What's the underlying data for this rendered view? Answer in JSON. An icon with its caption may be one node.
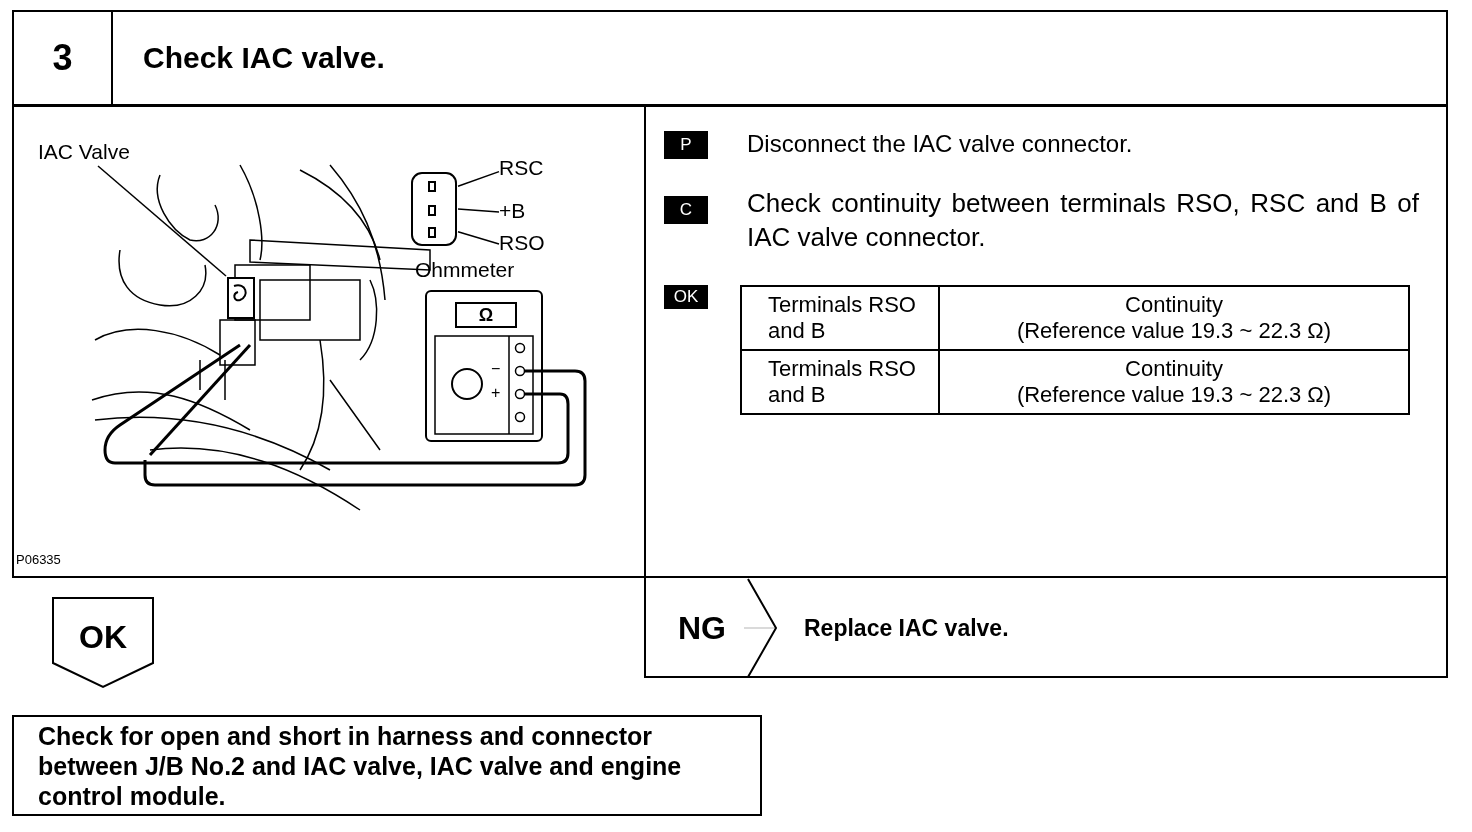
{
  "diagram": {
    "nodes": [
      {
        "text": [
          "3"
        ]
      },
      {
        "text": [
          "Check IAC valve."
        ]
      },
      {
        "text": [
          "IAC Valve"
        ]
      },
      {
        "text": [
          "RSC"
        ]
      },
      {
        "text": [
          "+B"
        ]
      },
      {
        "text": [
          "RSO"
        ]
      },
      {
        "text": [
          "Ω",
          "−",
          "+"
        ],
        "beside": [
          "Ohmmeter"
        ]
      },
      {
        "text": [
          "OK"
        ]
      },
      {
        "text": [
          "NG"
        ]
      },
      {
        "text": [
          "Replace IAC valve."
        ]
      },
      {
        "text": [
          "Check for open and short in harness and connector between J/B No.2 and IAC valve, IAC valve and engine control module."
        ]
      },
      {
        "text": [],
        "shape": "picture"
      },
      {
        "text": [],
        "shape": "picture"
      }
    ],
    "edges": [
      {
        "from": 2,
        "to": 12,
        "arrow": "none"
      },
      {
        "from": 3,
        "to": 11,
        "arrow": "none"
      },
      {
        "from": 4,
        "to": 11,
        "arrow": "none"
      },
      {
        "from": 5,
        "to": 11,
        "arrow": "none"
      },
      {
        "from": 8,
        "to": 9,
        "arrow": "to"
      }
    ],
    "labels": [
      "P06335",
      "P",
      "Disconnect the IAC valve connector.",
      "C",
      "Check continuity between terminals RSO, RSC and B of IAC valve connector.",
      "OK",
      "Terminals RSO and B",
      "Continuity (Reference value 19.3 ~ 22.3 Ω)",
      "Terminals RSO and B",
      "Continuity (Reference value 19.3 ~ 22.3 Ω)"
    ]
  }
}
